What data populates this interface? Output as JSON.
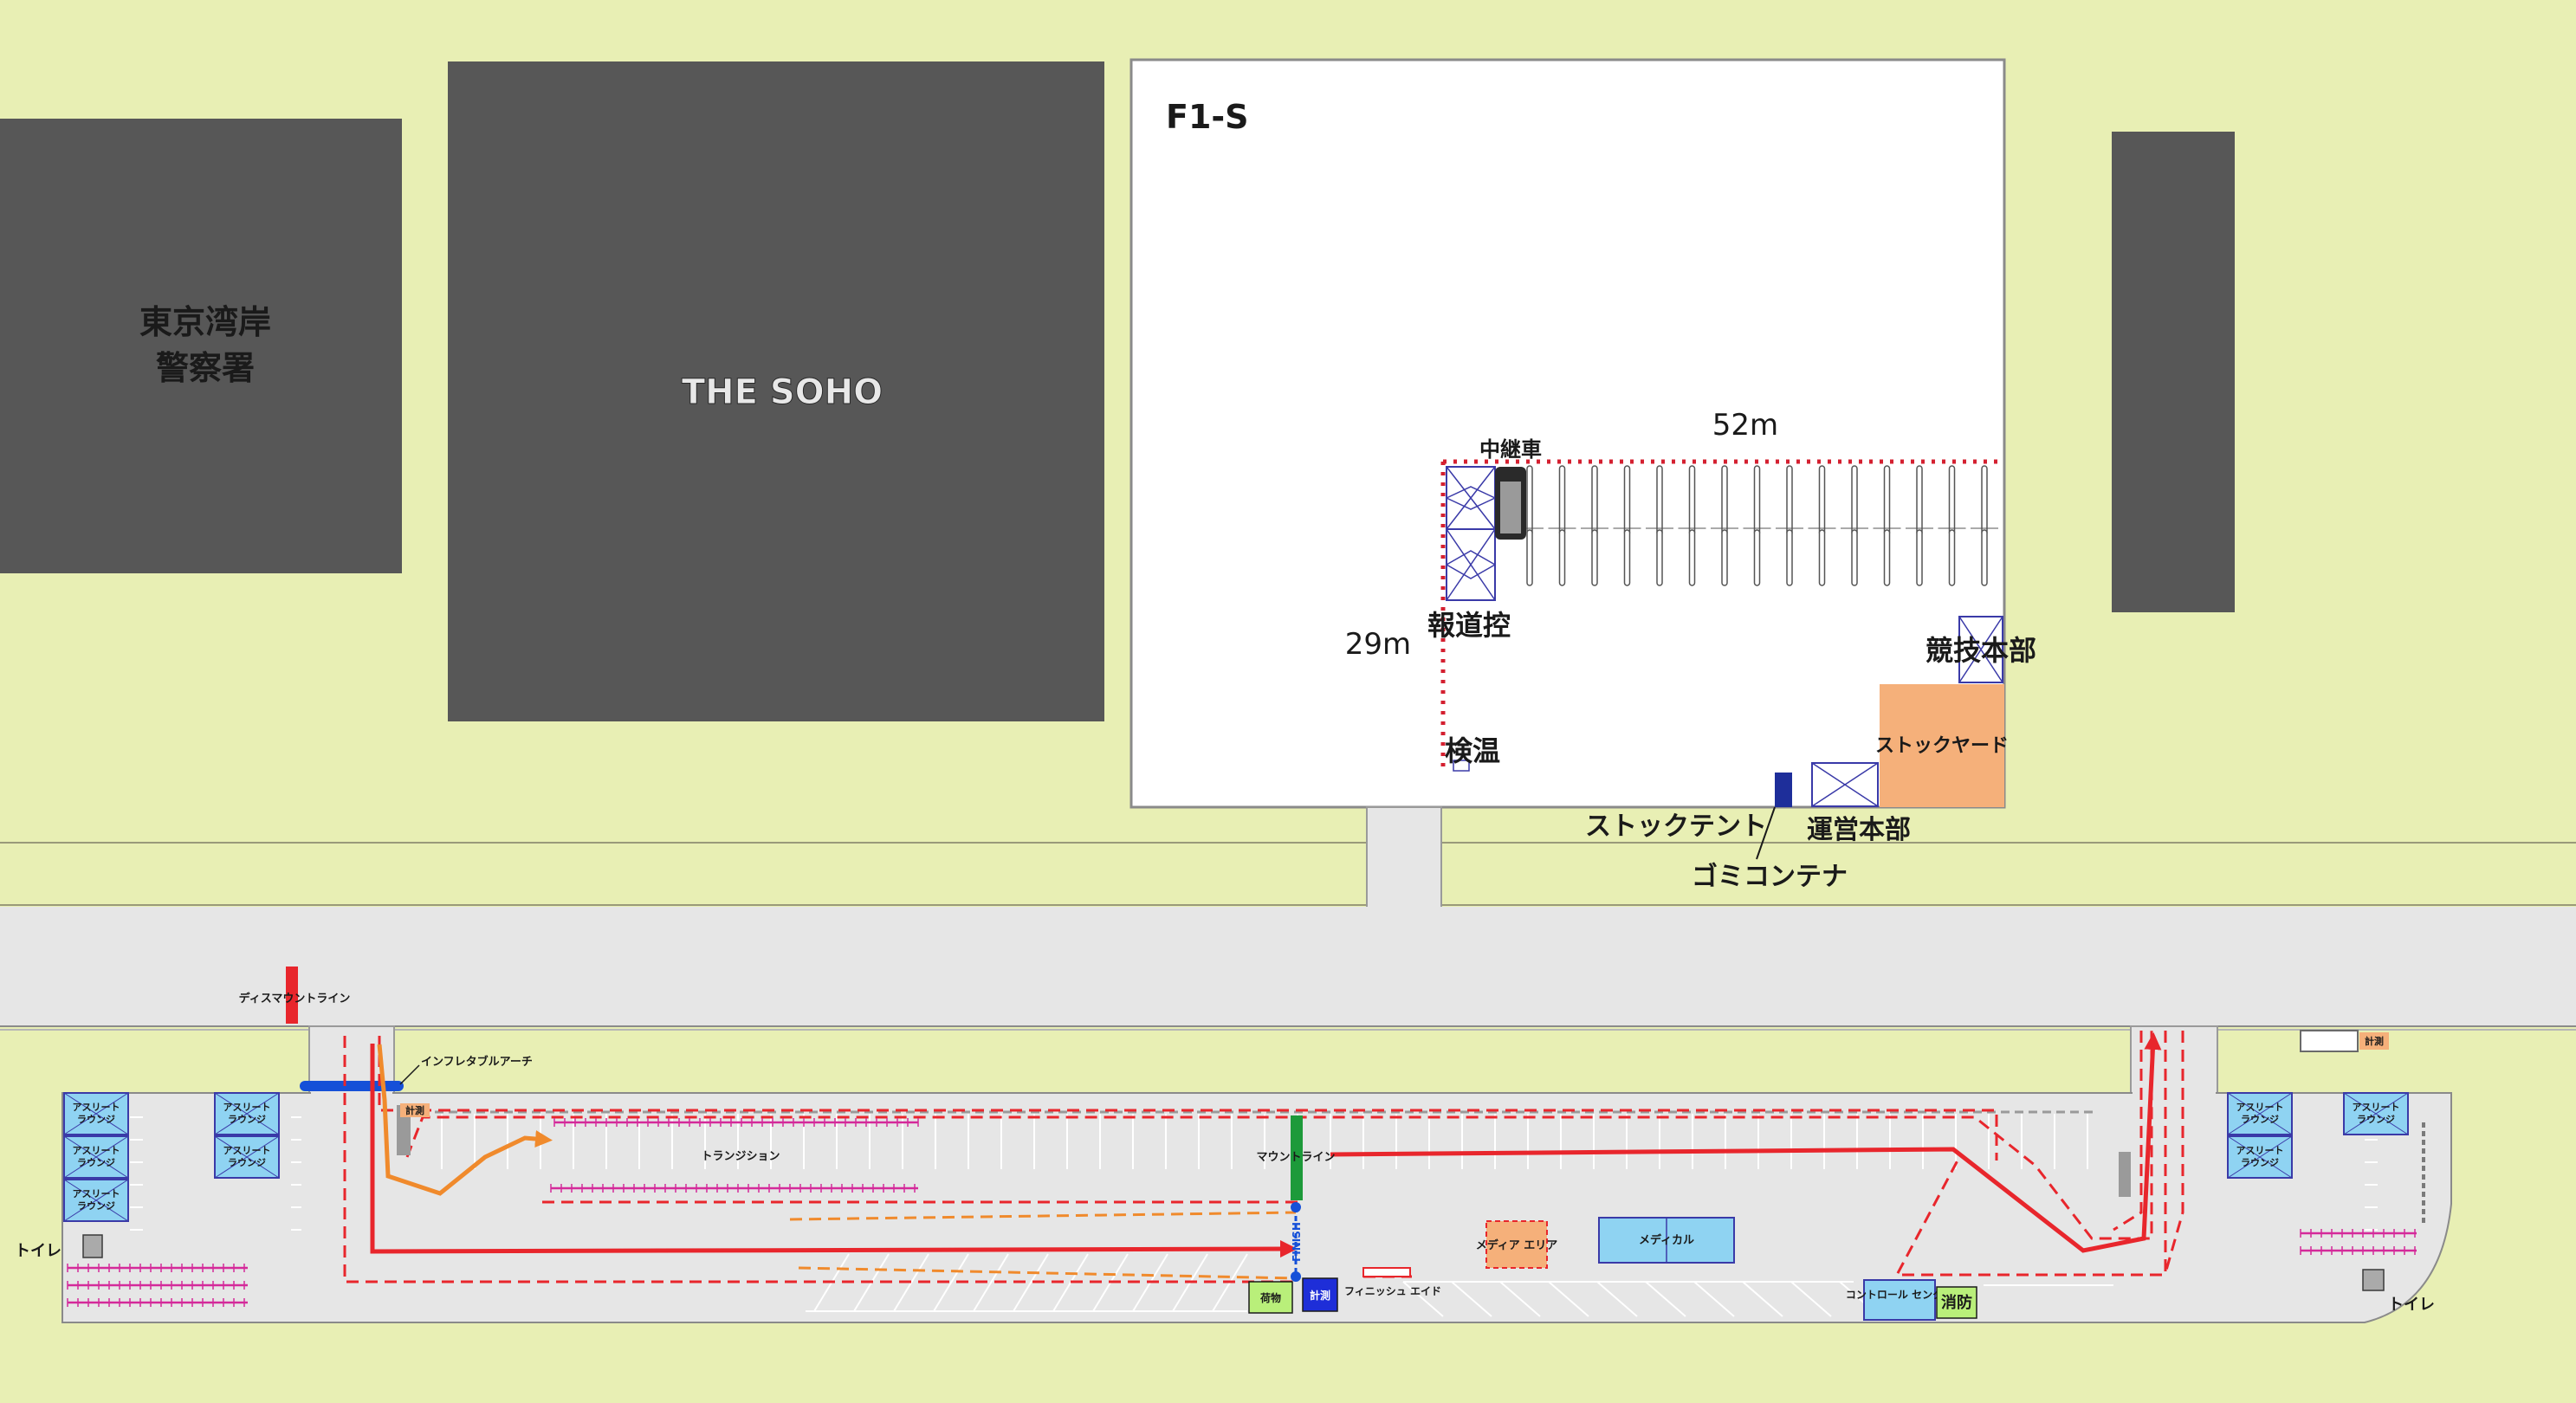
{
  "buildings": {
    "police": {
      "line1": "東京湾岸",
      "line2": "警察署"
    },
    "soho": "THE SOHO",
    "f1s": "F1-S"
  },
  "dimensions": {
    "width": "52m",
    "depth": "29m"
  },
  "f1s_labels": {
    "relay_car": "中継車",
    "press_room": "報道控",
    "temp_check": "検温",
    "race_hq": "競技本部",
    "stock_yard": "ストックヤード",
    "stock_tent": "ストックテント",
    "ops_hq": "運営本部",
    "garbage": "ゴミコンテナ"
  },
  "course_labels": {
    "dismount": "ディスマウントライン",
    "arch": "インフレタブルアーチ",
    "timing": "計測",
    "transition": "トランジション",
    "mount": "マウントライン",
    "finish": "FINISH",
    "finish_aid": "フィニッシュ エイド",
    "media": "メディア エリア",
    "medical": "メディカル",
    "control": "コントロール センター",
    "fire": "消防",
    "toilet": "トイレ",
    "athlete_lounge": "アスリート ラウンジ",
    "baggage": "荷物"
  },
  "colors": {
    "background": "#e8efb4",
    "building": "#575757",
    "road": "#e6e6e6",
    "route_red": "#e8262c",
    "route_orange": "#f08a2c",
    "mount_green": "#1d9a3a",
    "arch_blue": "#1550d8",
    "lounge_blue": "#8fd3f2",
    "rack_pink": "#d42a9a",
    "stock_orange": "#f5b07a"
  }
}
